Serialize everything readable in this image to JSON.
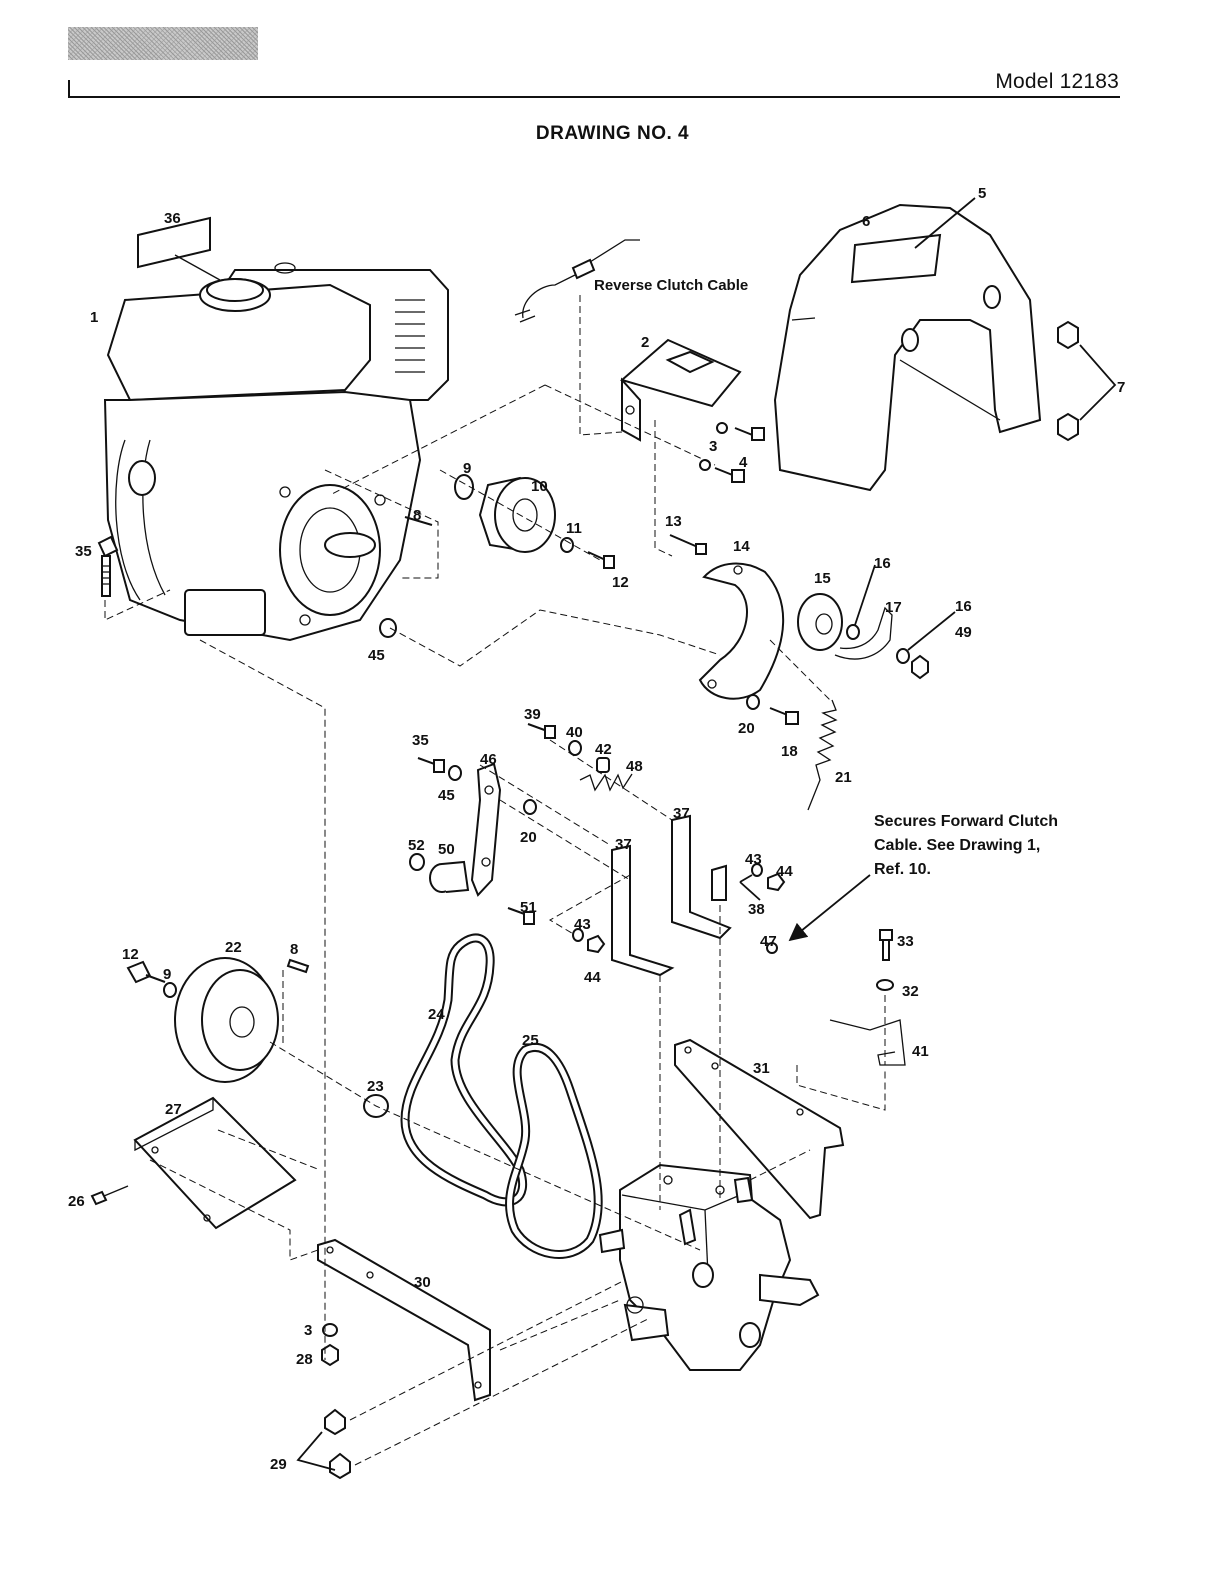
{
  "header": {
    "model": "Model 12183",
    "drawing_title": "DRAWING NO. 4"
  },
  "labels": {
    "reverse_clutch_cable": "Reverse Clutch Cable",
    "forward_note": [
      "Secures Forward Clutch",
      "Cable.  See Drawing 1,",
      "Ref. 10."
    ]
  },
  "callouts": [
    "36",
    "1",
    "35",
    "5",
    "6",
    "7",
    "2",
    "3",
    "4",
    "9",
    "10",
    "8",
    "11",
    "12",
    "13",
    "14",
    "15",
    "16",
    "17",
    "16",
    "49",
    "45",
    "20",
    "18",
    "21",
    "39",
    "40",
    "42",
    "48",
    "35",
    "46",
    "45",
    "20",
    "37",
    "37",
    "43",
    "44",
    "38",
    "47",
    "52",
    "50",
    "51",
    "43",
    "44",
    "33",
    "32",
    "41",
    "12",
    "9",
    "22",
    "8",
    "24",
    "25",
    "23",
    "31",
    "27",
    "26",
    "30",
    "3",
    "28",
    "29"
  ]
}
